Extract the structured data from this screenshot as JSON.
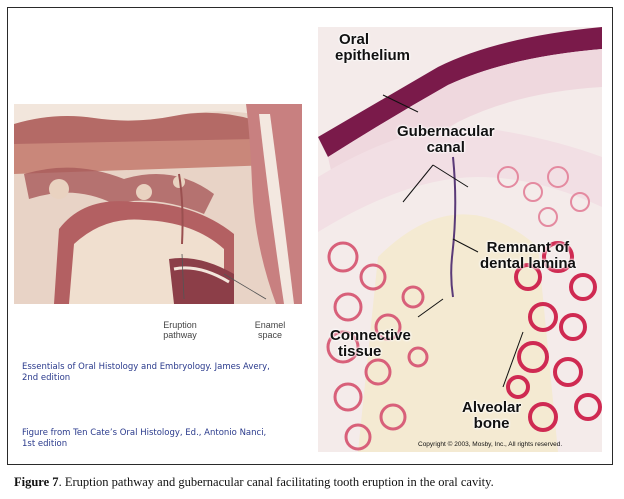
{
  "left_panel": {
    "eruption_label": [
      "Eruption",
      "pathway"
    ],
    "enamel_label": [
      "Enamel",
      "space"
    ]
  },
  "credits": [
    {
      "line1": "Essentials of Oral Histology and Embryology. James Avery,",
      "line2": "2nd edition"
    },
    {
      "line1": "Figure from Ten Cate’s Oral Histology, Ed., Antonio Nanci,",
      "line2": "1st edition"
    }
  ],
  "right_panel": {
    "oral_epithelium": [
      "Oral",
      "epithelium"
    ],
    "gubernacular_canal": [
      "Gubernacular",
      "canal"
    ],
    "remnant": [
      "Remnant of",
      "dental lamina"
    ],
    "connective_tissue": [
      "Connective",
      "tissue"
    ],
    "alveolar_bone": [
      "Alveolar",
      "bone"
    ],
    "copyright": "Copyright © 2003, Mosby, Inc., All rights reserved."
  },
  "caption": {
    "label": "Figure 7",
    "text": ". Eruption pathway and gubernacular canal facilitating tooth eruption in the oral cavity."
  }
}
